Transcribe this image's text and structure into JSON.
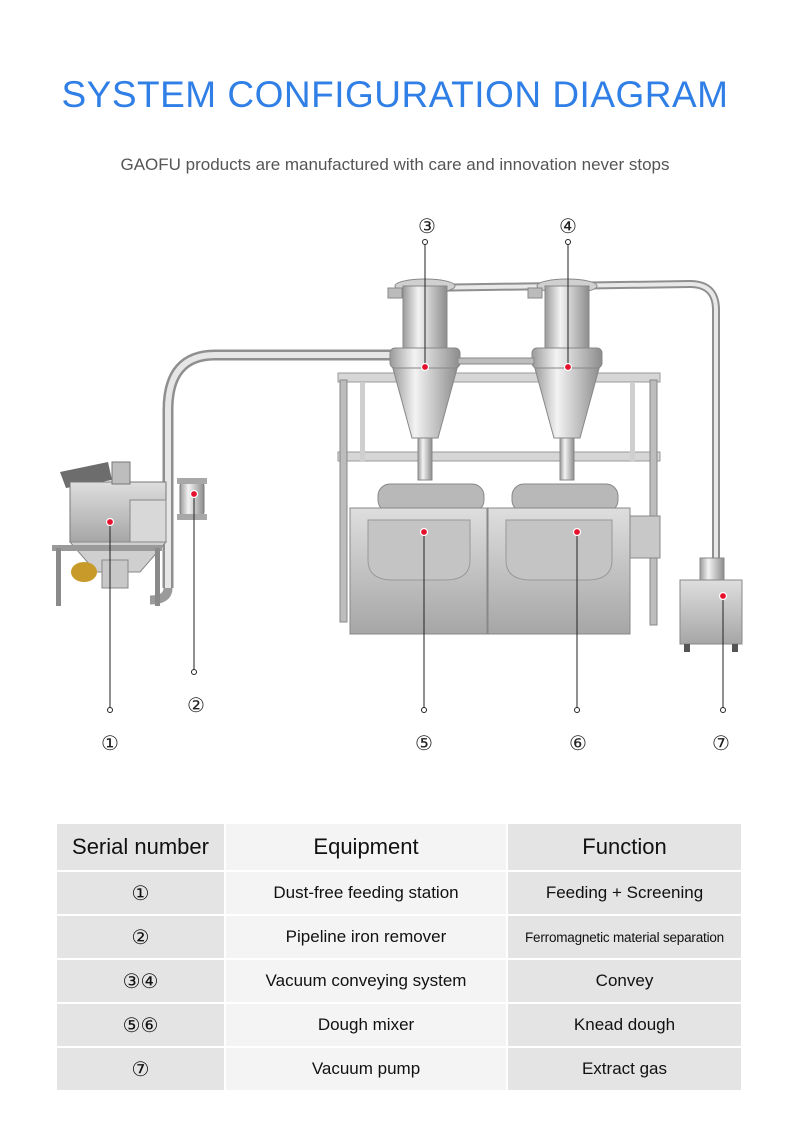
{
  "header": {
    "title": "SYSTEM CONFIGURATION DIAGRAM",
    "subtitle": "GAOFU products are manufactured with care and innovation never stops"
  },
  "diagram": {
    "markers": {
      "m1": "①",
      "m2": "②",
      "m3": "③",
      "m4": "④",
      "m5": "⑤",
      "m6": "⑥",
      "m7": "⑦"
    },
    "colors": {
      "steel": "#c9c9c9",
      "steel_dark": "#8e8e8e",
      "pointer": "#e8112d"
    }
  },
  "table": {
    "headers": [
      "Serial number",
      "Equipment",
      "Function"
    ],
    "rows": [
      {
        "serial": "①",
        "equipment": "Dust-free feeding station",
        "function": "Feeding + Screening"
      },
      {
        "serial": "②",
        "equipment": "Pipeline iron remover",
        "function": "Ferromagnetic material  separation"
      },
      {
        "serial": "③④",
        "equipment": "Vacuum conveying system",
        "function": "Convey"
      },
      {
        "serial": "⑤⑥",
        "equipment": "Dough mixer",
        "function": "Knead dough"
      },
      {
        "serial": "⑦",
        "equipment": "Vacuum pump",
        "function": "Extract gas"
      }
    ]
  }
}
